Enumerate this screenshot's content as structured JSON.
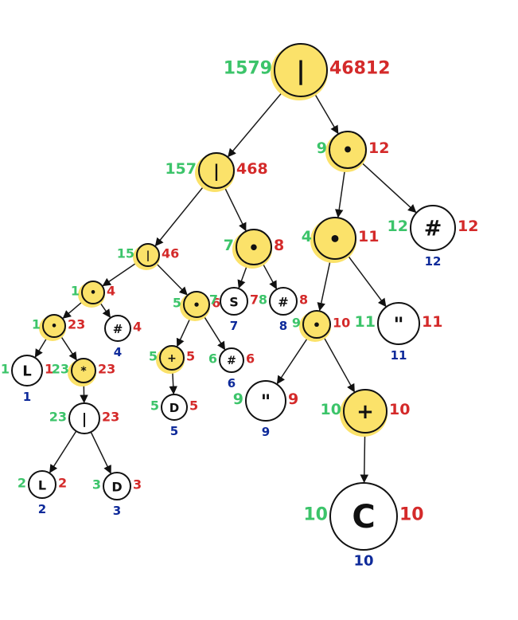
{
  "colors": {
    "firstpos": "#3cc46a",
    "lastpos": "#d42a2a",
    "position": "#0e2a9a",
    "highlight": "#fbe26a",
    "stroke": "#111111"
  },
  "nodes": [
    {
      "id": "n0",
      "symbol": "|",
      "highlight": true,
      "firstpos": "1579",
      "lastpos": "46812",
      "position": ""
    },
    {
      "id": "n1",
      "symbol": "|",
      "highlight": true,
      "firstpos": "157",
      "lastpos": "468",
      "position": ""
    },
    {
      "id": "n2",
      "symbol": "•",
      "highlight": true,
      "firstpos": "9",
      "lastpos": "12",
      "position": ""
    },
    {
      "id": "n3",
      "symbol": "|",
      "highlight": true,
      "firstpos": "15",
      "lastpos": "46",
      "position": ""
    },
    {
      "id": "n4",
      "symbol": "•",
      "highlight": true,
      "firstpos": "7",
      "lastpos": "8",
      "position": ""
    },
    {
      "id": "n5",
      "symbol": "•",
      "highlight": true,
      "firstpos": "4",
      "lastpos": "11",
      "position": ""
    },
    {
      "id": "n6",
      "symbol": "#",
      "highlight": false,
      "firstpos": "12",
      "lastpos": "12",
      "position": "12"
    },
    {
      "id": "n7",
      "symbol": "•",
      "highlight": true,
      "firstpos": "1",
      "lastpos": "4",
      "position": ""
    },
    {
      "id": "n8",
      "symbol": "•",
      "highlight": true,
      "firstpos": "5",
      "lastpos": "6",
      "position": ""
    },
    {
      "id": "n9",
      "symbol": "S",
      "highlight": false,
      "firstpos": "7",
      "lastpos": "7",
      "position": "7"
    },
    {
      "id": "n10",
      "symbol": "#",
      "highlight": false,
      "firstpos": "8",
      "lastpos": "8",
      "position": "8"
    },
    {
      "id": "n11",
      "symbol": "•",
      "highlight": true,
      "firstpos": "9",
      "lastpos": "10",
      "position": ""
    },
    {
      "id": "n12",
      "symbol": "\"",
      "highlight": false,
      "firstpos": "11",
      "lastpos": "11",
      "position": "11"
    },
    {
      "id": "n13",
      "symbol": "•",
      "highlight": true,
      "firstpos": "1",
      "lastpos": "23",
      "position": ""
    },
    {
      "id": "n14",
      "symbol": "#",
      "highlight": false,
      "firstpos": "",
      "lastpos": "4",
      "position": "4"
    },
    {
      "id": "n15",
      "symbol": "+",
      "highlight": true,
      "firstpos": "5",
      "lastpos": "5",
      "position": ""
    },
    {
      "id": "n16",
      "symbol": "#",
      "highlight": false,
      "firstpos": "6",
      "lastpos": "6",
      "position": "6"
    },
    {
      "id": "n17",
      "symbol": "L",
      "highlight": false,
      "firstpos": "1",
      "lastpos": "1",
      "position": "1"
    },
    {
      "id": "n18",
      "symbol": "*",
      "highlight": true,
      "firstpos": "23",
      "lastpos": "23",
      "position": ""
    },
    {
      "id": "n19",
      "symbol": "D",
      "highlight": false,
      "firstpos": "5",
      "lastpos": "5",
      "position": "5"
    },
    {
      "id": "n20",
      "symbol": "\"",
      "highlight": false,
      "firstpos": "9",
      "lastpos": "9",
      "position": "9"
    },
    {
      "id": "n21",
      "symbol": "+",
      "highlight": true,
      "firstpos": "10",
      "lastpos": "10",
      "position": ""
    },
    {
      "id": "n22",
      "symbol": "|",
      "highlight": false,
      "firstpos": "23",
      "lastpos": "23",
      "position": ""
    },
    {
      "id": "n23",
      "symbol": "C",
      "highlight": false,
      "firstpos": "10",
      "lastpos": "10",
      "position": "10"
    },
    {
      "id": "n24",
      "symbol": "L",
      "highlight": false,
      "firstpos": "2",
      "lastpos": "2",
      "position": "2"
    },
    {
      "id": "n25",
      "symbol": "D",
      "highlight": false,
      "firstpos": "3",
      "lastpos": "3",
      "position": "3"
    }
  ],
  "edges": [
    [
      "n0",
      "n1"
    ],
    [
      "n0",
      "n2"
    ],
    [
      "n1",
      "n3"
    ],
    [
      "n1",
      "n4"
    ],
    [
      "n2",
      "n5"
    ],
    [
      "n2",
      "n6"
    ],
    [
      "n3",
      "n7"
    ],
    [
      "n3",
      "n8"
    ],
    [
      "n4",
      "n9"
    ],
    [
      "n4",
      "n10"
    ],
    [
      "n5",
      "n11"
    ],
    [
      "n5",
      "n12"
    ],
    [
      "n7",
      "n13"
    ],
    [
      "n7",
      "n14"
    ],
    [
      "n8",
      "n15"
    ],
    [
      "n8",
      "n16"
    ],
    [
      "n11",
      "n20"
    ],
    [
      "n11",
      "n21"
    ],
    [
      "n13",
      "n17"
    ],
    [
      "n13",
      "n18"
    ],
    [
      "n15",
      "n19"
    ],
    [
      "n18",
      "n22"
    ],
    [
      "n21",
      "n23"
    ],
    [
      "n22",
      "n24"
    ],
    [
      "n22",
      "n25"
    ]
  ]
}
